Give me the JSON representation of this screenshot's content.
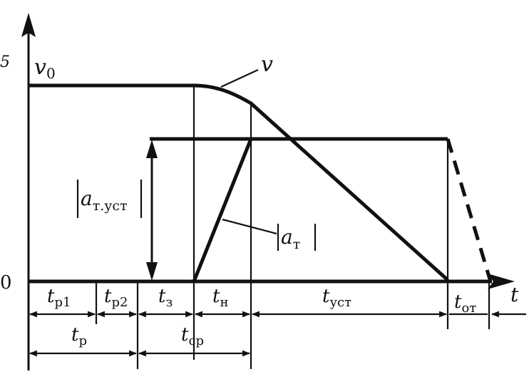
{
  "labels": {
    "v0": "v",
    "v0_sub": "0",
    "v": "v",
    "zero": "0",
    "t_axis": "t",
    "a_t_ust": "a",
    "a_t_ust_sub": "т.уст",
    "a_t": "a",
    "a_t_sub": "т",
    "t": "t",
    "tp1_sub": "р1",
    "tp2_sub": "р2",
    "t3_sub": "з",
    "tn_sub": "н",
    "tust_sub": "уст",
    "tot_sub": "от",
    "tp_sub": "р",
    "tsr_sub": "ср",
    "edge_mark": "5"
  }
}
